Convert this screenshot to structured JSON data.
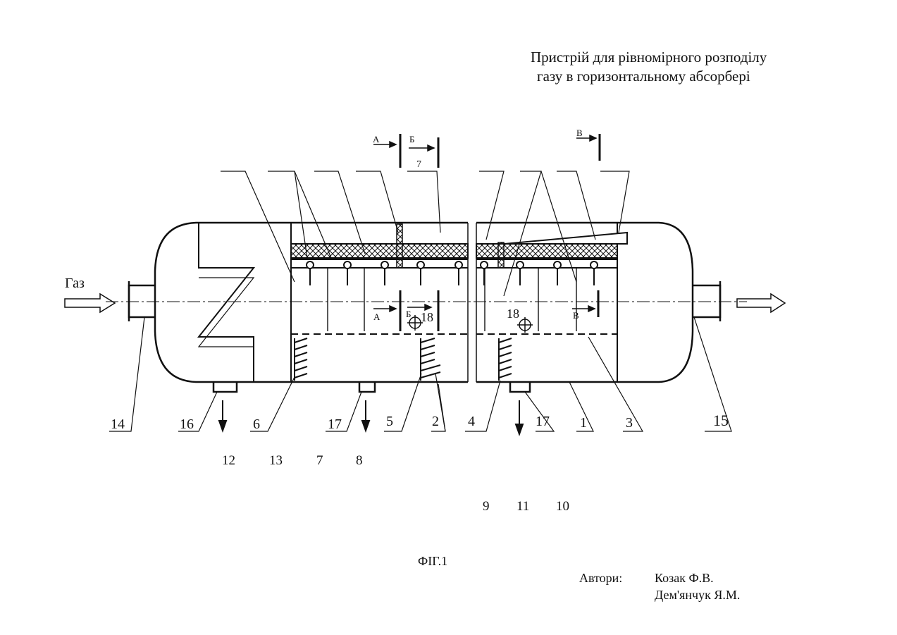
{
  "title": {
    "line1": "Пристрій для рівномірного розподілу",
    "line2": "газу в горизонтальному абсорбері"
  },
  "diagram": {
    "gas_label": "Газ",
    "section_letters": {
      "a": "А",
      "b": "Б",
      "v": "В"
    },
    "callouts": {
      "c14": "14",
      "c16": "16",
      "c6": "6",
      "c17a": "17",
      "c5": "5",
      "c2": "2",
      "c4": "4",
      "c17b": "17",
      "c1": "1",
      "c3": "3",
      "c15": "15",
      "c18a": "18",
      "c18b": "18",
      "c7top": "7"
    },
    "lower_numbers_row1": [
      "12",
      "13",
      "7",
      "8"
    ],
    "lower_numbers_row2": [
      "9",
      "11",
      "10"
    ]
  },
  "caption": "ФІГ.1",
  "authors": {
    "label": "Автори:",
    "names": [
      "Козак Ф.В.",
      "Дем'янчук Я.М."
    ]
  }
}
